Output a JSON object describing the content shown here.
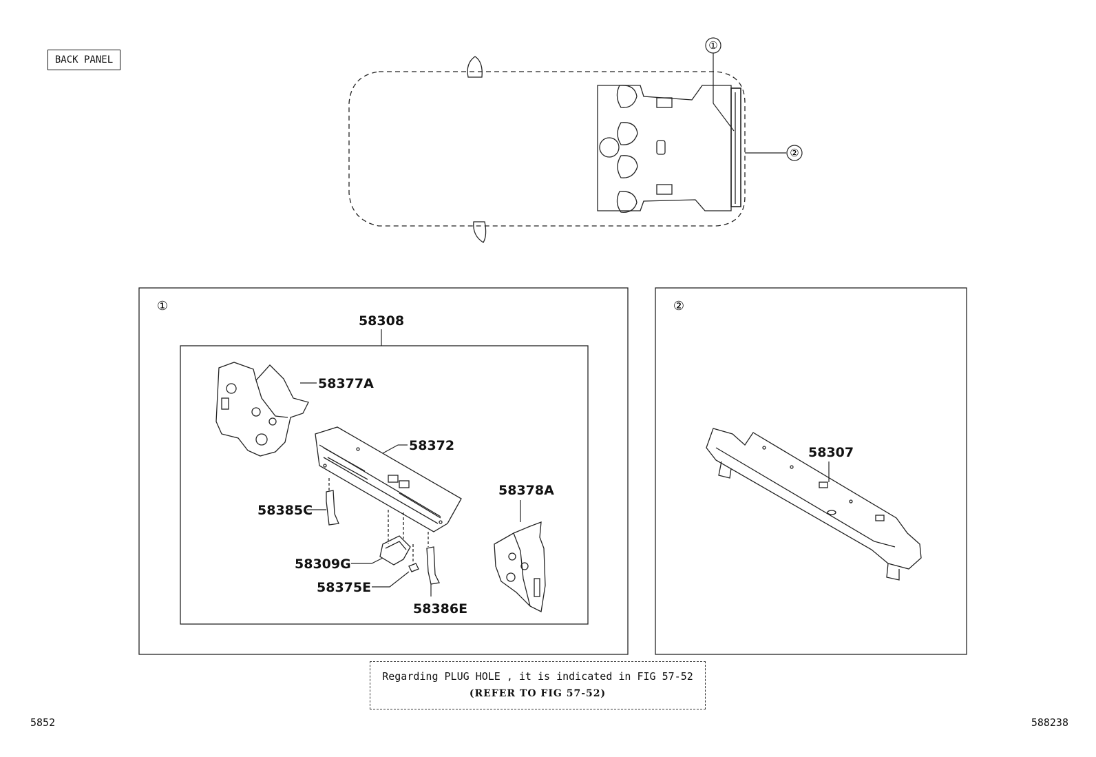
{
  "header": {
    "section_tag": "BACK PANEL"
  },
  "callouts": {
    "c1": "①",
    "c2": "②"
  },
  "panel1": {
    "index": "①",
    "assembly": "58308",
    "parts": [
      "58377A",
      "58372",
      "58378A",
      "58385C",
      "58309G",
      "58375E",
      "58386E"
    ]
  },
  "panel2": {
    "index": "②",
    "part": "58307"
  },
  "note": {
    "line1": "Regarding PLUG HOLE , it is indicated in FIG 57-52",
    "line2": "(REFER TO FIG 57-52)"
  },
  "footer": {
    "left_code": "5852",
    "right_code": "588238"
  }
}
